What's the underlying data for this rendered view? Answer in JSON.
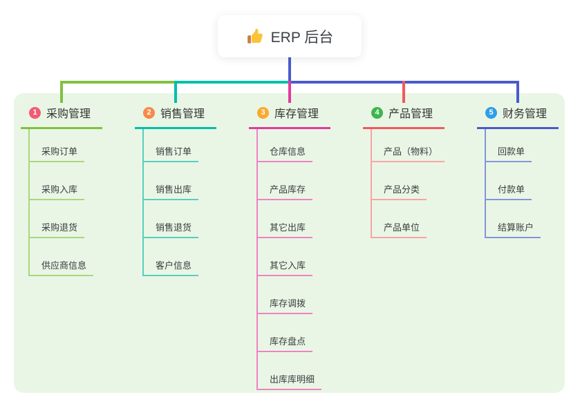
{
  "root": {
    "label": "ERP 后台",
    "icon": "thumbs-up-icon",
    "icon_hand_color": "#fbc33a",
    "icon_cuff_color": "#c87e42",
    "box_color": "#ffffff"
  },
  "panel_bg": "#e9f6e5",
  "connector": {
    "root_line_color": "#4a5ace"
  },
  "branches": [
    {
      "badge": "1",
      "badge_color": "#f35b72",
      "title": "采购管理",
      "line_color": "#80c141",
      "light_color": "#a9d77f",
      "children": [
        "采购订单",
        "采购入库",
        "采购退货",
        "供应商信息"
      ]
    },
    {
      "badge": "2",
      "badge_color": "#f7894a",
      "title": "销售管理",
      "line_color": "#00bfa8",
      "light_color": "#58cdbe",
      "children": [
        "销售订单",
        "销售出库",
        "销售退货",
        "客户信息"
      ]
    },
    {
      "badge": "3",
      "badge_color": "#fba92e",
      "title": "库存管理",
      "line_color": "#e13a9e",
      "light_color": "#ef82c3",
      "children": [
        "仓库信息",
        "产品库存",
        "其它出库",
        "其它入库",
        "库存调拨",
        "库存盘点",
        "出库库明细"
      ]
    },
    {
      "badge": "4",
      "badge_color": "#3fb54d",
      "title": "产品管理",
      "line_color": "#f4575e",
      "light_color": "#f9a3a6",
      "children": [
        "产品（物料）",
        "产品分类",
        "产品单位"
      ]
    },
    {
      "badge": "5",
      "badge_color": "#2d9fe8",
      "title": "财务管理",
      "line_color": "#4a5ace",
      "light_color": "#8494da",
      "children": [
        "回款单",
        "付款单",
        "结算账户"
      ]
    }
  ]
}
